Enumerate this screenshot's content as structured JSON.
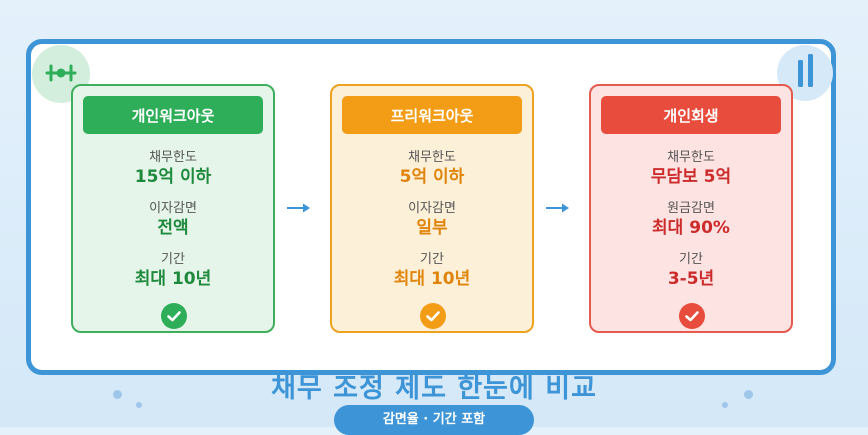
{
  "cards": [
    {
      "header": "개인워크아웃",
      "items": [
        {
          "label": "채무한도",
          "value": "15억 이하"
        },
        {
          "label": "이자감면",
          "value": "전액"
        },
        {
          "label": "기간",
          "value": "최대 10년"
        }
      ]
    },
    {
      "header": "프리워크아웃",
      "items": [
        {
          "label": "채무한도",
          "value": "5억 이하"
        },
        {
          "label": "이자감면",
          "value": "일부"
        },
        {
          "label": "기간",
          "value": "최대 10년"
        }
      ]
    },
    {
      "header": "개인회생",
      "items": [
        {
          "label": "채무한도",
          "value": "무담보 5억"
        },
        {
          "label": "원금감면",
          "value": "최대 90%"
        },
        {
          "label": "기간",
          "value": "3-5년"
        }
      ]
    }
  ],
  "title": "채무 조정 제도 한눈에 비교",
  "subtitle": "감면율 · 기간 포함",
  "colors": {
    "frame": "#3d94d6",
    "green": "#2fae5a",
    "orange": "#f39c15",
    "red": "#e74c3c"
  },
  "icons": [
    "scale-icon",
    "bar-icon",
    "arrow-right-icon",
    "check-icon"
  ]
}
